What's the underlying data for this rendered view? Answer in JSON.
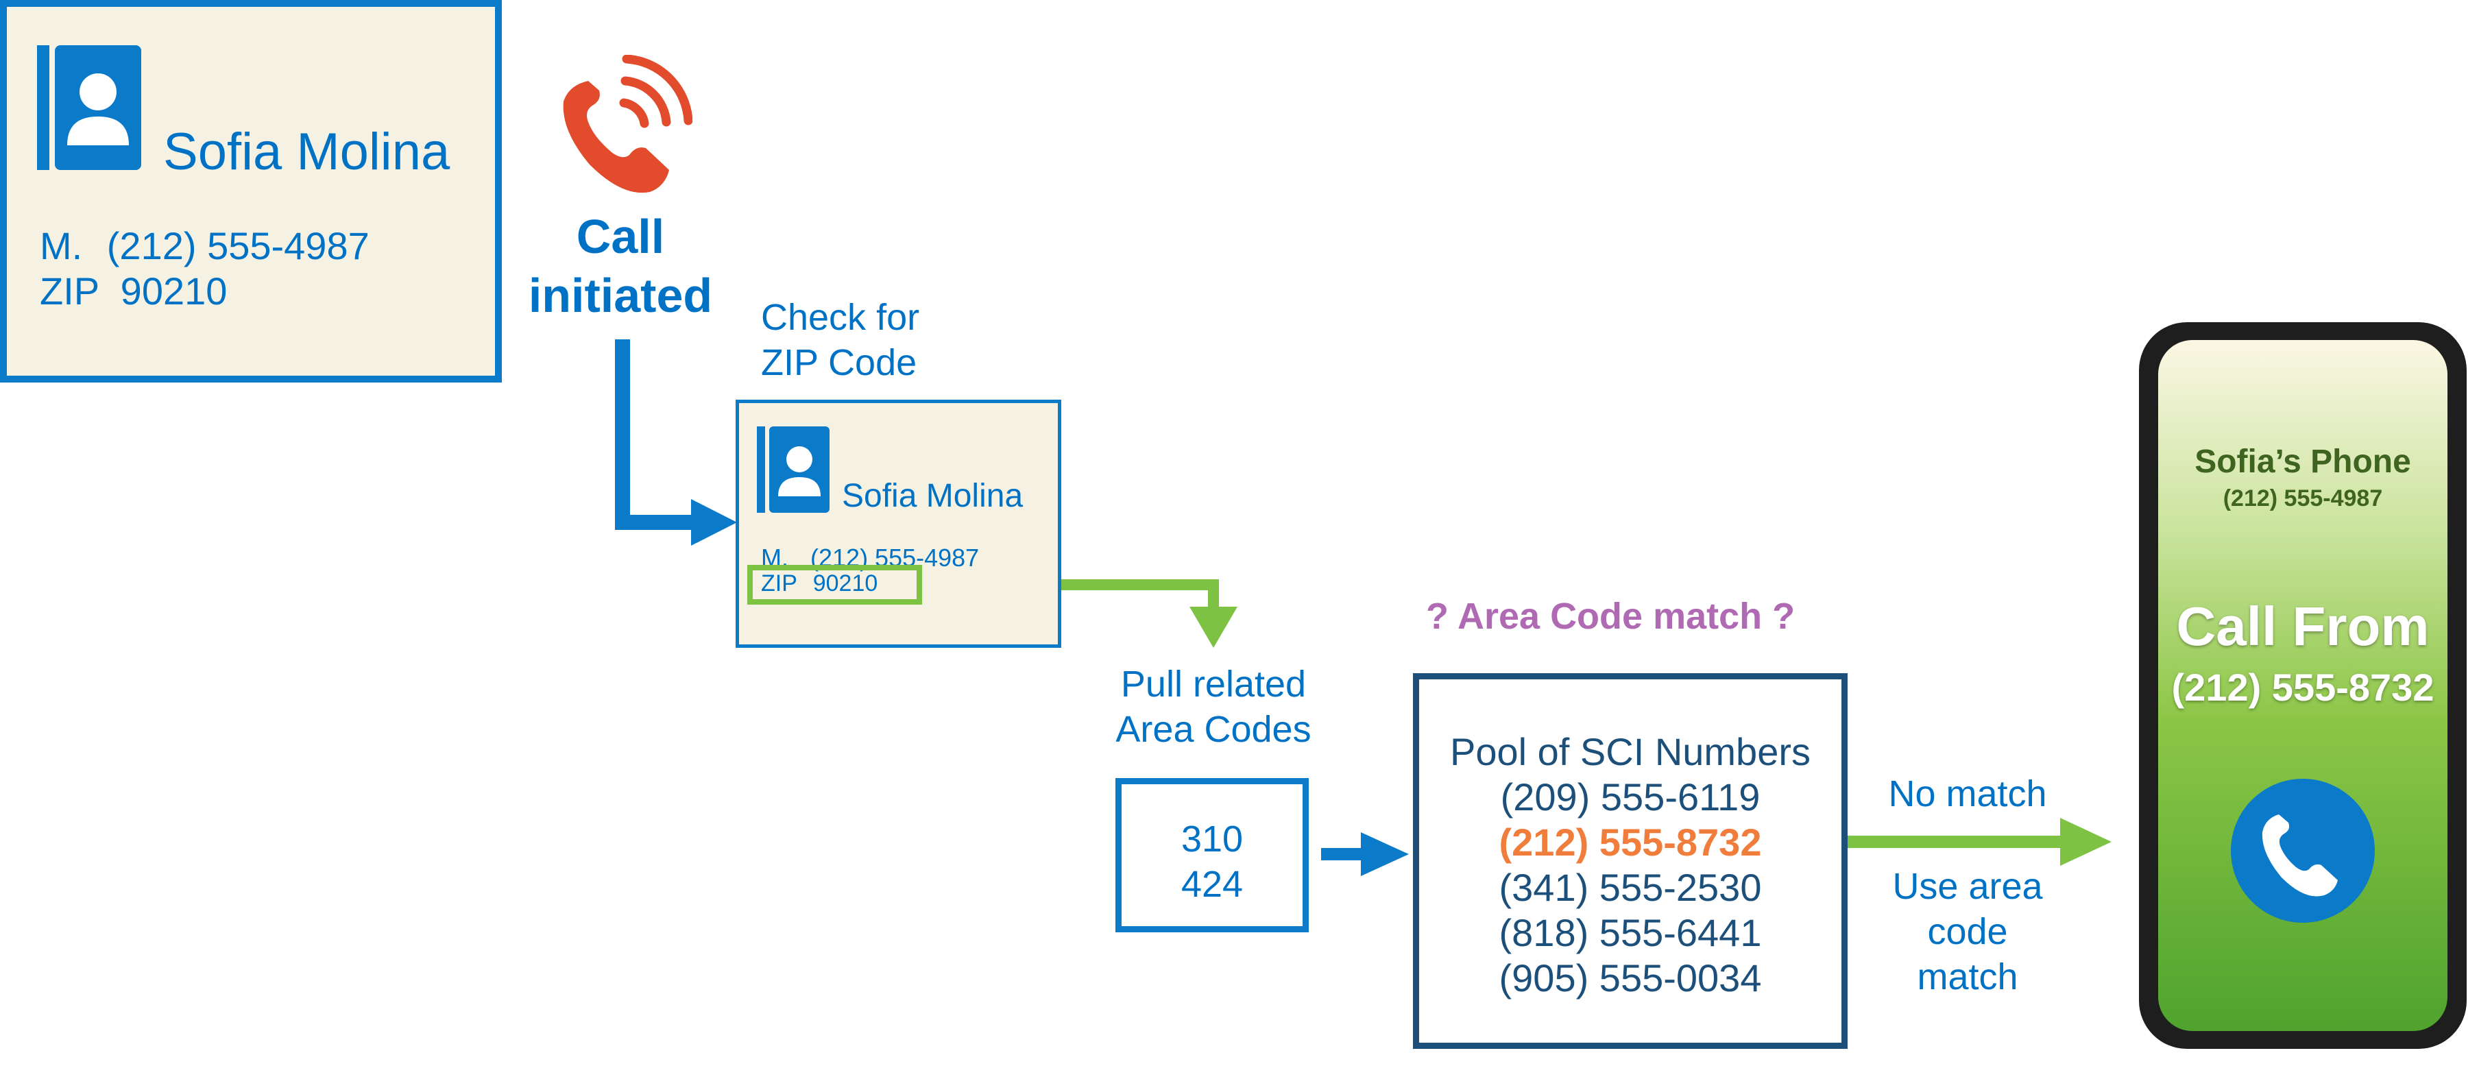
{
  "contact_card": {
    "name": "Sofia Molina",
    "mobile_label": "M.",
    "mobile": "(212) 555-4987",
    "zip_label": "ZIP",
    "zip": "90210"
  },
  "call_initiated": {
    "line1": "Call",
    "line2": "initiated"
  },
  "check_zip": {
    "line1": "Check for",
    "line2": "ZIP Code"
  },
  "small_card": {
    "name": "Sofia Molina",
    "mobile_label": "M.",
    "mobile": "(212) 555-4987",
    "zip_label": "ZIP",
    "zip": "90210"
  },
  "pull_codes": {
    "line1": "Pull related",
    "line2": "Area Codes"
  },
  "area_codes": [
    "310",
    "424"
  ],
  "area_code_match": "? Area Code match ?",
  "pool": {
    "title": "Pool of SCI Numbers",
    "numbers": [
      "(209) 555-6119",
      "(212) 555-8732",
      "(341) 555-2530",
      "(818) 555-6441",
      "(905) 555-0034"
    ],
    "highlight_index": 1
  },
  "no_match": "No match",
  "use_area": {
    "line1": "Use area",
    "line2": "code",
    "line3": "match"
  },
  "phone": {
    "owner": "Sofia’s Phone",
    "owner_number": "(212) 555-4987",
    "call_from": "Call From",
    "caller_number": "(212) 555-8732"
  },
  "colors": {
    "blue": "#0072c6",
    "green": "#7dc242",
    "orange": "#f07d3c",
    "purple": "#b06ab3",
    "red": "#e24b2b"
  }
}
